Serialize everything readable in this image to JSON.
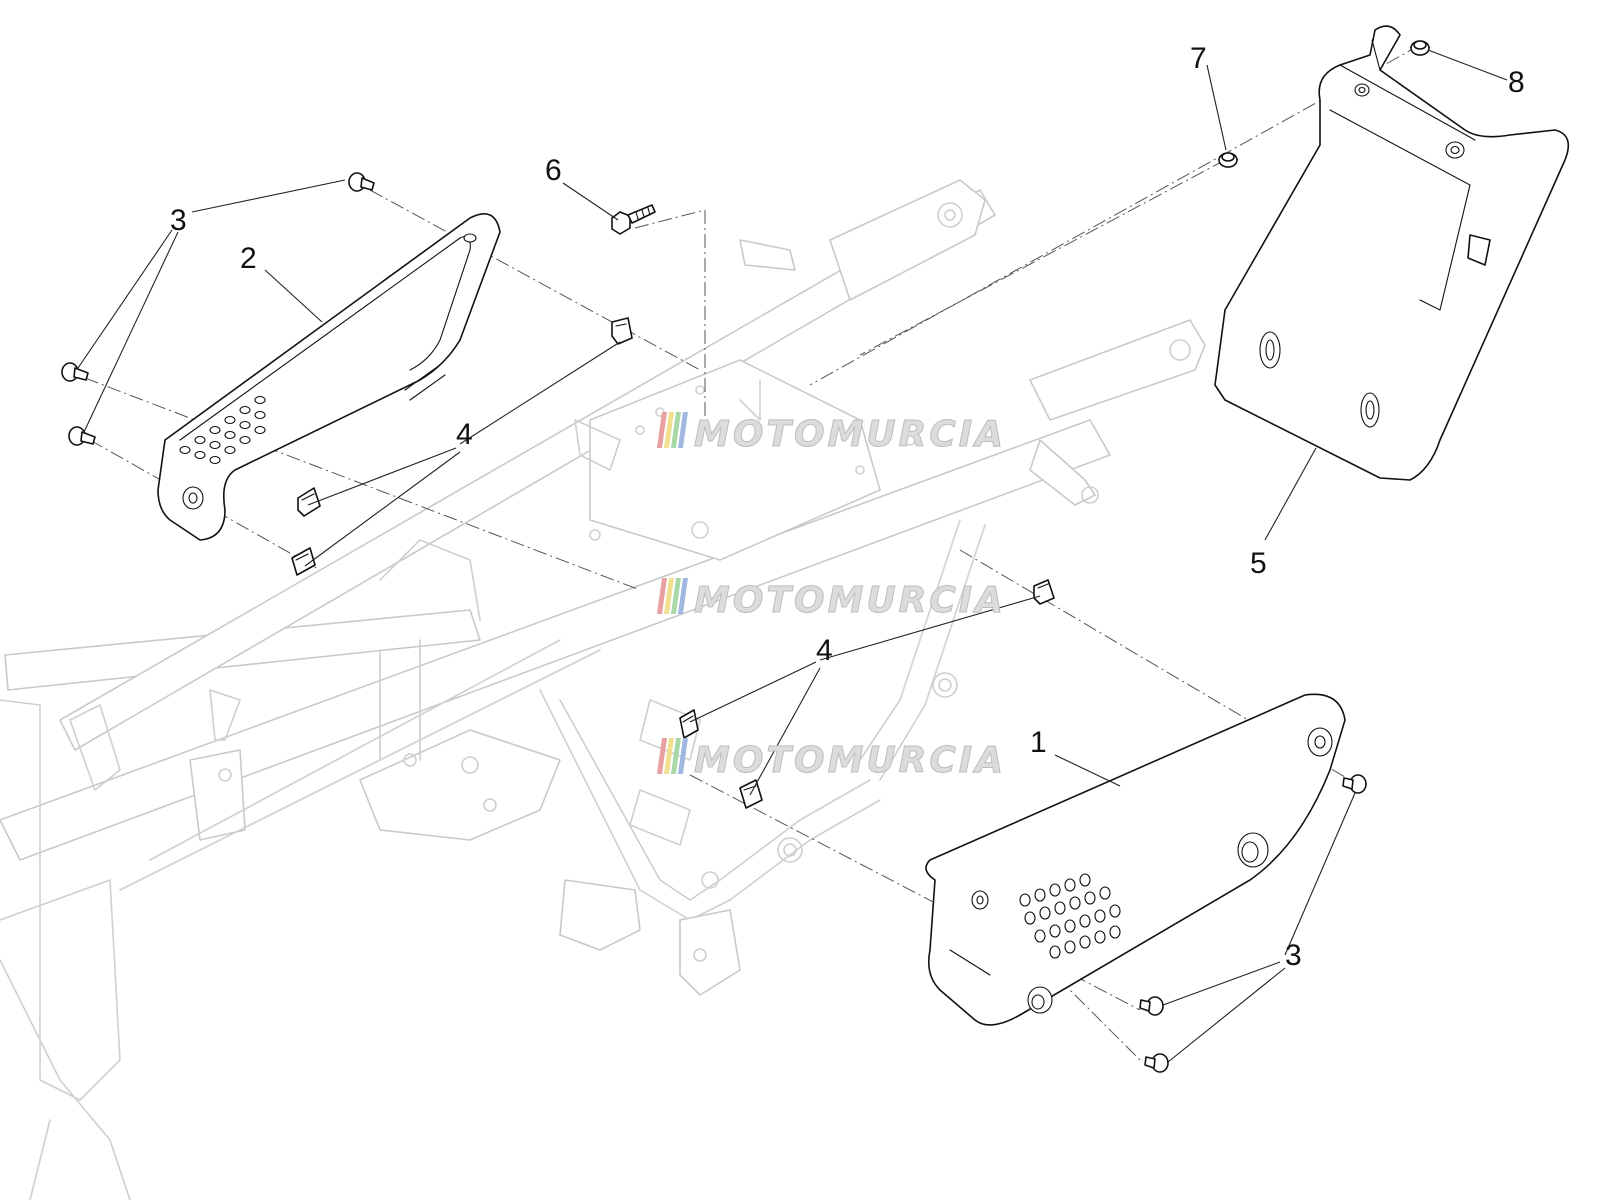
{
  "callouts": {
    "c1": "1",
    "c2": "2",
    "c3a": "3",
    "c3b": "3",
    "c4a": "4",
    "c4b": "4",
    "c5": "5",
    "c6": "6",
    "c7": "7",
    "c8": "8"
  },
  "watermark": {
    "text": "MOTOMURCIA",
    "stripe_colors": [
      "#e8a0a0",
      "#f0e090",
      "#a8d8a8",
      "#a0b8e0"
    ]
  },
  "colors": {
    "part_outline": "#111111",
    "frame_outline": "#cfcfcf",
    "background": "#ffffff"
  }
}
